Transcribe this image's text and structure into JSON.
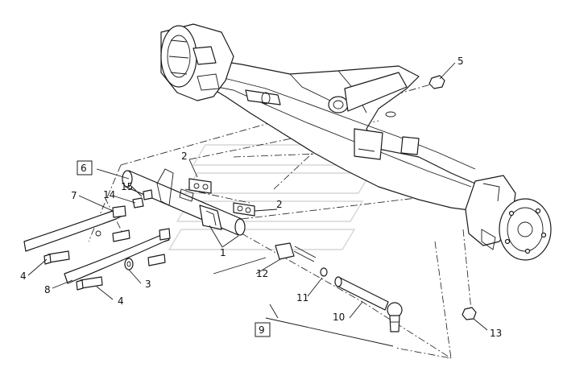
{
  "callouts": {
    "c1": "1",
    "c2a": "2",
    "c2b": "2",
    "c3": "3",
    "c4a": "4",
    "c4b": "4",
    "c5": "5",
    "c6": "6",
    "c7": "7",
    "c8": "8",
    "c9": "9",
    "c10": "10",
    "c11": "11",
    "c12": "12",
    "c13": "13",
    "c14": "14",
    "c15": "15"
  }
}
